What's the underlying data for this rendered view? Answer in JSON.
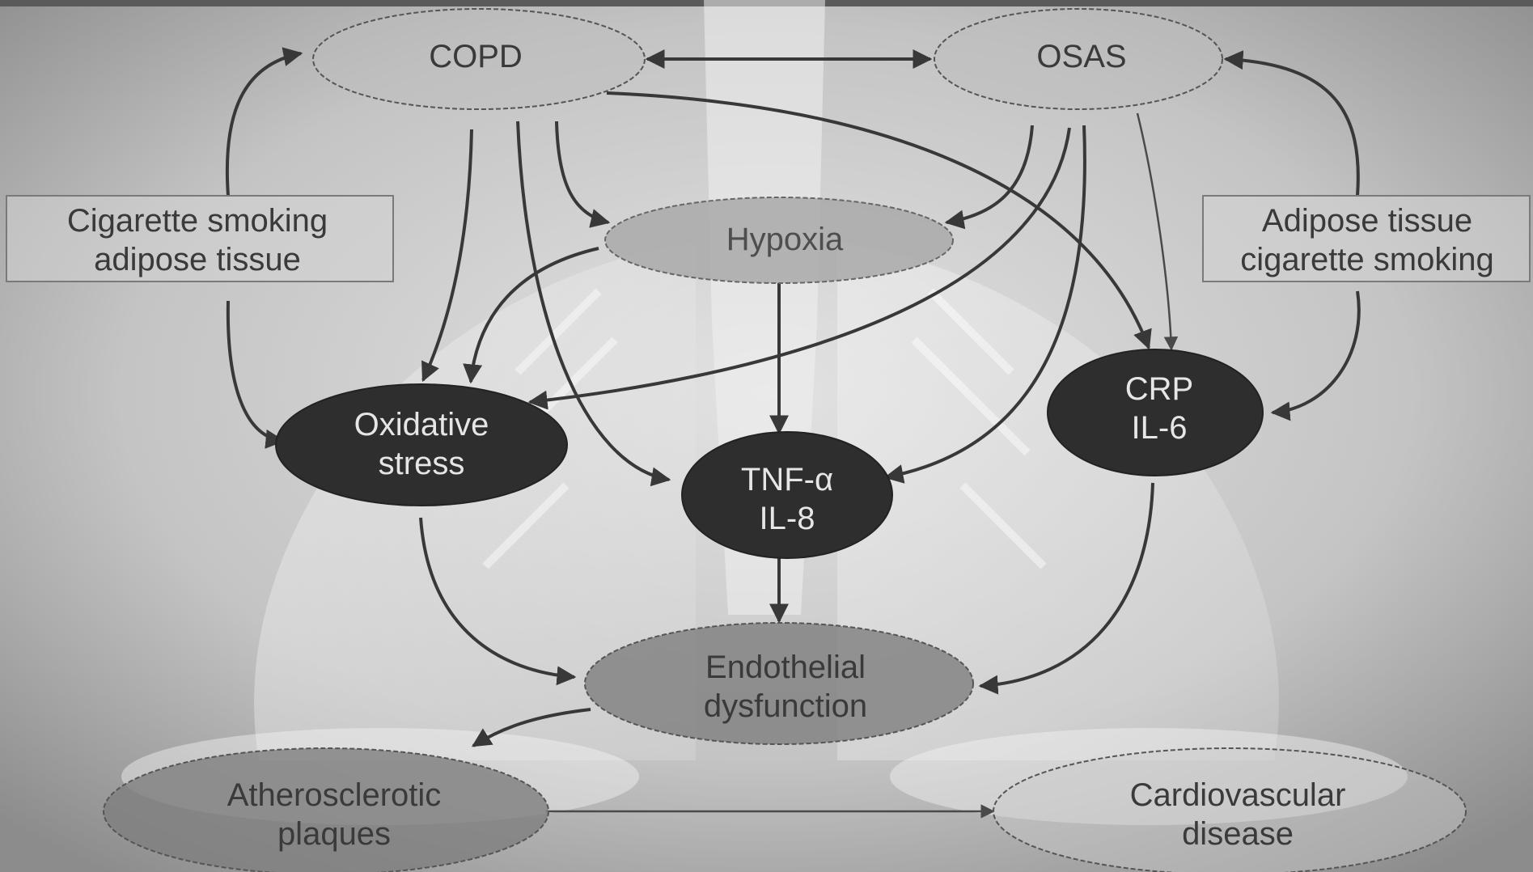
{
  "diagram": {
    "nodes": {
      "copd": {
        "label": "COPD"
      },
      "osas": {
        "label": "OSAS"
      },
      "hypoxia": {
        "label": "Hypoxia"
      },
      "oxidative_stress": {
        "line1": "Oxidative",
        "line2": "stress"
      },
      "tnf_il8": {
        "line1": "TNF-α",
        "line2": "IL-8"
      },
      "crp_il6": {
        "line1": "CRP",
        "line2": "IL-6"
      },
      "endothelial_dysfunction": {
        "line1": "Endothelial",
        "line2": "dysfunction"
      },
      "atherosclerotic_plaques": {
        "line1": "Atherosclerotic",
        "line2": "plaques"
      },
      "cardiovascular_disease": {
        "line1": "Cardiovascular",
        "line2": "disease"
      }
    },
    "boxes": {
      "left_risk": {
        "line1": "Cigarette smoking",
        "line2": "adipose tissue"
      },
      "right_risk": {
        "line1": "Adipose tissue",
        "line2": "cigarette smoking"
      }
    },
    "colors": {
      "light_node_fill": "#bdbdbd",
      "hypoxia_fill": "#a9a9a9",
      "dark_node_fill": "#2e2e2e",
      "mid_node_fill": "#7e7e7e",
      "arrow": "#383838",
      "dark_text": "#3a3a3a",
      "light_text": "#e6e6e6"
    },
    "edges": [
      {
        "from": "copd",
        "to": "osas",
        "style": "bidirectional"
      },
      {
        "from": "left_risk",
        "to": "copd"
      },
      {
        "from": "left_risk",
        "to": "oxidative_stress"
      },
      {
        "from": "right_risk",
        "to": "osas"
      },
      {
        "from": "right_risk",
        "to": "crp_il6"
      },
      {
        "from": "copd",
        "to": "hypoxia"
      },
      {
        "from": "copd",
        "to": "oxidative_stress"
      },
      {
        "from": "copd",
        "to": "tnf_il8"
      },
      {
        "from": "copd",
        "to": "crp_il6"
      },
      {
        "from": "osas",
        "to": "hypoxia"
      },
      {
        "from": "osas",
        "to": "oxidative_stress"
      },
      {
        "from": "osas",
        "to": "tnf_il8"
      },
      {
        "from": "osas",
        "to": "crp_il6"
      },
      {
        "from": "hypoxia",
        "to": "oxidative_stress"
      },
      {
        "from": "hypoxia",
        "to": "tnf_il8"
      },
      {
        "from": "oxidative_stress",
        "to": "endothelial_dysfunction"
      },
      {
        "from": "tnf_il8",
        "to": "endothelial_dysfunction"
      },
      {
        "from": "crp_il6",
        "to": "endothelial_dysfunction"
      },
      {
        "from": "endothelial_dysfunction",
        "to": "atherosclerotic_plaques"
      },
      {
        "from": "atherosclerotic_plaques",
        "to": "cardiovascular_disease"
      }
    ]
  }
}
